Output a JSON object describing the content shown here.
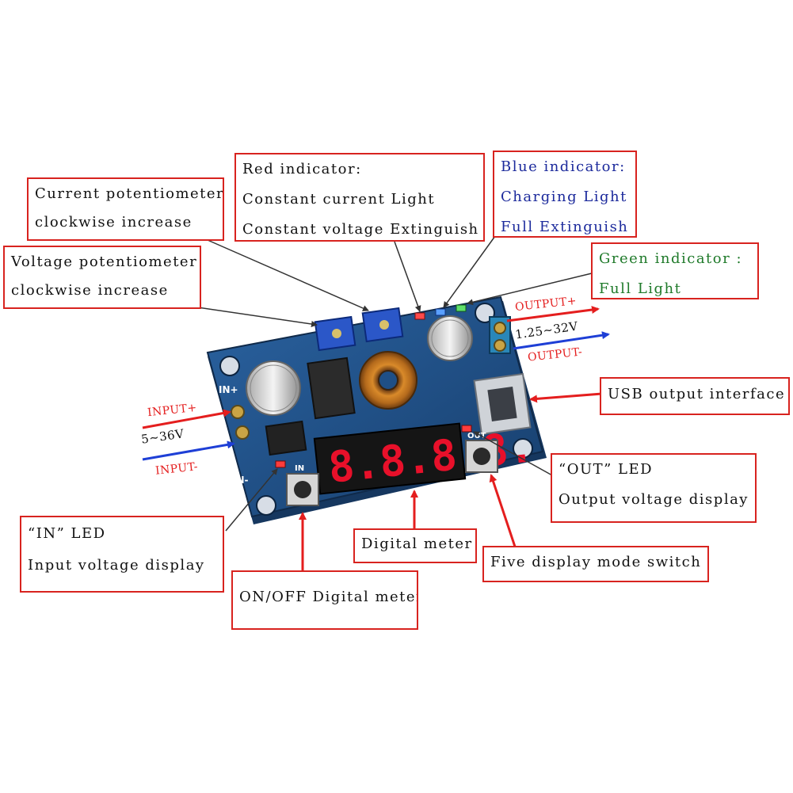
{
  "labels": {
    "current_pot": {
      "line1": "Current potentiometer",
      "line2": "clockwise increase"
    },
    "voltage_pot": {
      "line1": "Voltage potentiometer",
      "line2": "clockwise increase"
    },
    "red_indicator": {
      "line1": "Red indicator:",
      "line2": "Constant current Light",
      "line3": "Constant voltage Extinguish"
    },
    "blue_indicator": {
      "line1": "Blue indicator:",
      "line2": "Charging Light",
      "line3": "Full Extinguish"
    },
    "green_indicator": {
      "line1": "Green indicator :",
      "line2": "Full Light"
    },
    "usb_output": {
      "line1": "USB output interface"
    },
    "out_led": {
      "line1": "“OUT” LED",
      "line2": "Output voltage display"
    },
    "in_led": {
      "line1": "“IN” LED",
      "line2": "Input voltage display"
    },
    "digital_meter": {
      "line1": "Digital meter"
    },
    "mode_switch": {
      "line1": "Five display mode switch"
    },
    "onoff_meter": {
      "line1": "ON/OFF Digital meter"
    }
  },
  "terminals": {
    "input_plus": "INPUT+",
    "input_minus": "INPUT-",
    "input_range": "5~36V",
    "output_plus": "OUTPUT+",
    "output_minus": "OUTPUT-",
    "output_range": "1.25~32V"
  },
  "board": {
    "in_plus": "IN+",
    "in_minus": "IN-",
    "out_label": "OUT",
    "in_label": "IN",
    "display_digits": "8.8.8.8."
  },
  "colors": {
    "frame": "#d8231f",
    "pcb": "#1f4f86",
    "blue_text": "#1c2a9c",
    "green_text": "#1f7a2a",
    "arrow_red": "#e41e1e",
    "arrow_blue": "#1e3fd6",
    "display": "#e8102a"
  }
}
